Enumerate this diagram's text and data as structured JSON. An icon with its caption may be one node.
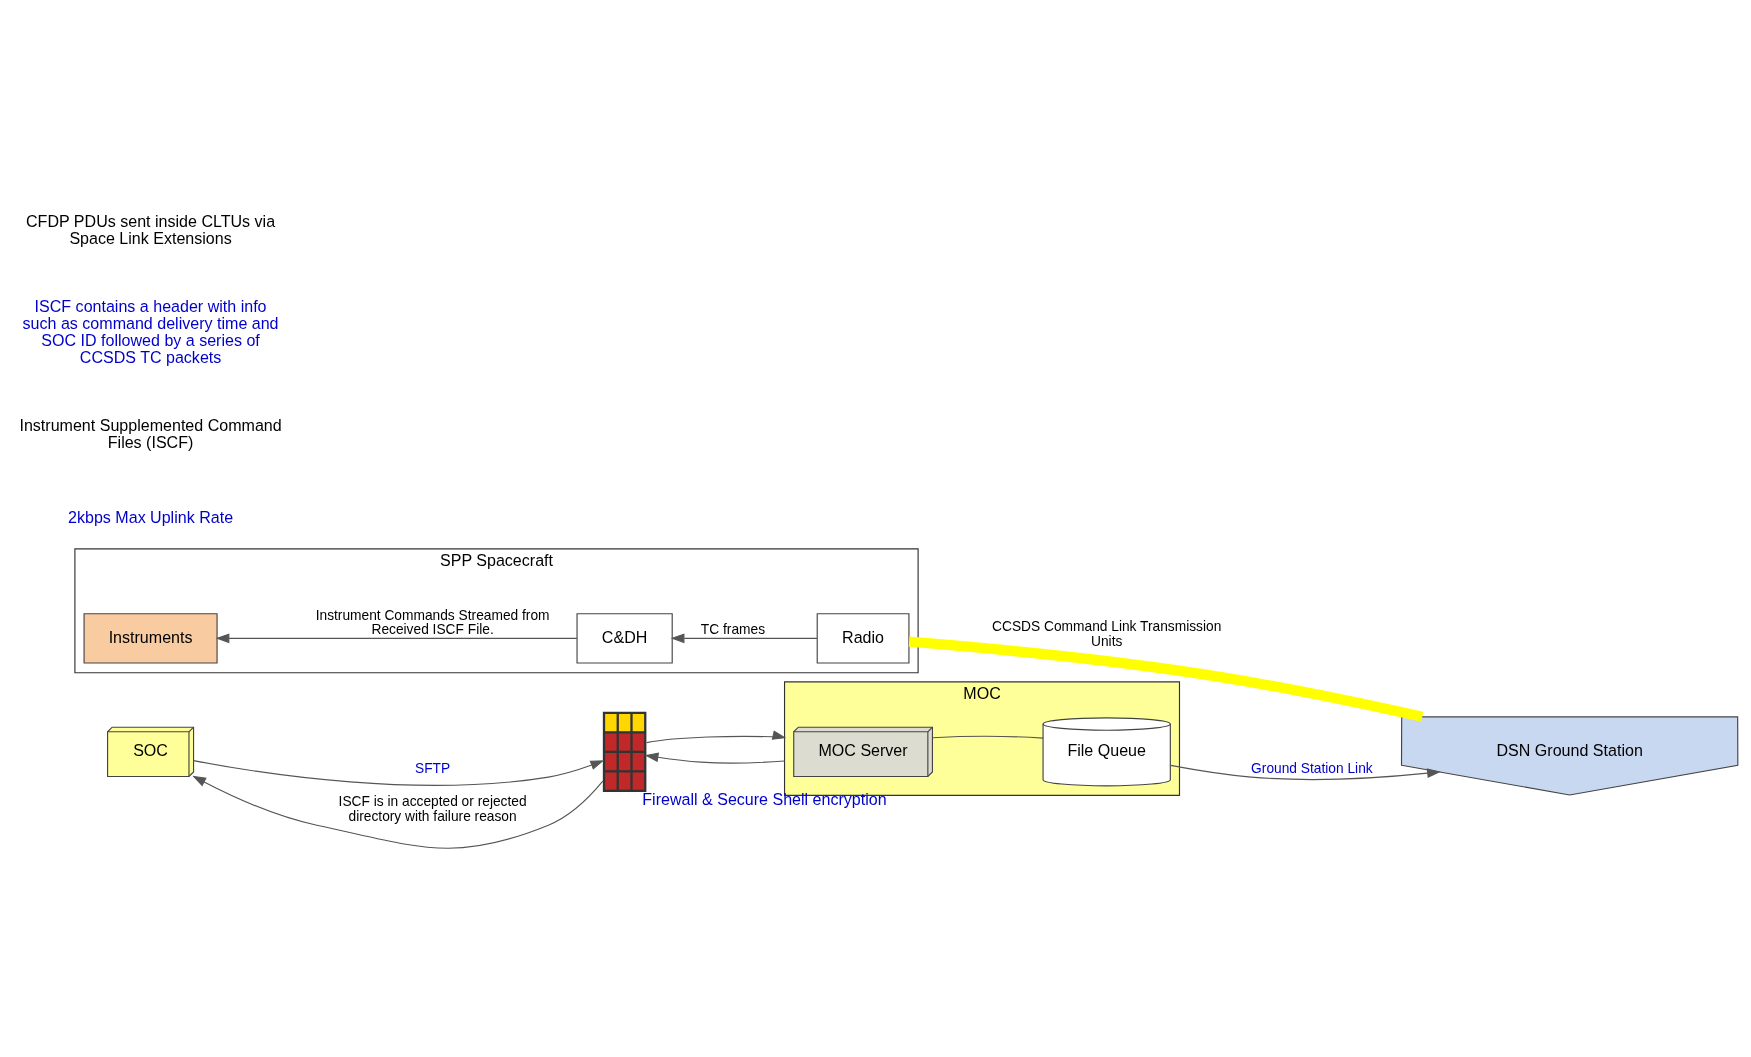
{
  "diagram": {
    "nodes": [
      {
        "text": [
          "SPP Spacecraft"
        ]
      },
      {
        "text": [
          "Instruments"
        ],
        "in": 0
      },
      {
        "text": [
          "C&DH"
        ],
        "in": 0
      },
      {
        "text": [
          "Radio"
        ],
        "in": 0
      },
      {
        "text": [
          "SOC"
        ]
      },
      {
        "text": [],
        "shape": "picture",
        "beside": [
          "Firewall & Secure Shell encryption"
        ]
      },
      {
        "text": [
          "MOC"
        ]
      },
      {
        "text": [
          "MOC Server"
        ],
        "in": 6
      },
      {
        "text": [
          "File Queue"
        ],
        "in": 6
      },
      {
        "text": [
          "DSN Ground Station"
        ]
      }
    ],
    "edges": [
      {
        "from": 2,
        "to": 1,
        "arrow": "to",
        "label": "Instrument Commands Streamed from Received ISCF File."
      },
      {
        "from": 3,
        "to": 2,
        "arrow": "to",
        "label": "TC frames"
      },
      {
        "from": 3,
        "to": 9,
        "arrow": "none",
        "style": "thick",
        "color": "#ffff00",
        "label": "CCSDS Command Link Transmission Units"
      },
      {
        "from": 4,
        "to": 5,
        "arrow": "to",
        "label": "SFTP"
      },
      {
        "from": 5,
        "to": 6,
        "arrow": "to"
      },
      {
        "from": 6,
        "to": 5,
        "arrow": "to"
      },
      {
        "from": 5,
        "to": 4,
        "arrow": "to",
        "label": "ISCF is in accepted or rejected directory with failure reason"
      },
      {
        "from": 7,
        "to": 8,
        "arrow": "none"
      },
      {
        "from": 8,
        "to": 9,
        "arrow": "to",
        "label": "Ground Station Link"
      }
    ],
    "labels": [
      "2kbps Max Uplink Rate",
      "Instrument Supplemented Command Files (ISCF)",
      "ISCF contains a header with info such as command delivery time and SOC ID followed by a series of CCSDS TC packets",
      "CFDP PDUs sent inside CLTUs via Space Link Extensions"
    ]
  }
}
